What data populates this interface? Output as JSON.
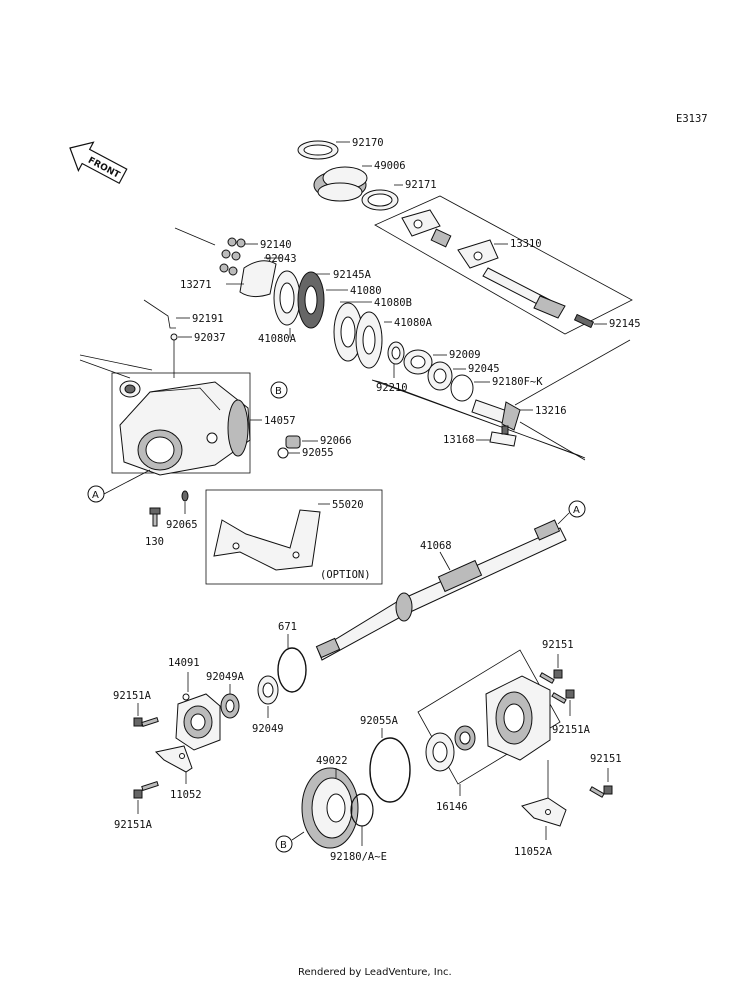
{
  "header": {
    "code": "E3137"
  },
  "front_arrow": {
    "label": "FRONT"
  },
  "callout_letters": {
    "a": "A",
    "b": "B"
  },
  "labels": {
    "p92170": "92170",
    "p49006": "49006",
    "p92171": "92171",
    "p13310": "13310",
    "p92140": "92140",
    "p92043": "92043",
    "p13271": "13271",
    "p92145A": "92145A",
    "p41080": "41080",
    "p41080B": "41080B",
    "p41080A_r": "41080A",
    "p41080A_l": "41080A",
    "p92145": "92145",
    "p92191": "92191",
    "p92037": "92037",
    "p92009": "92009",
    "p92045": "92045",
    "p92180FK": "92180F~K",
    "p92210": "92210",
    "p13216": "13216",
    "p13168": "13168",
    "p14057": "14057",
    "p92066": "92066",
    "p92055": "92055",
    "p55020": "55020",
    "p92065": "92065",
    "p130": "130",
    "option": "(OPTION)",
    "p41068": "41068",
    "p671": "671",
    "p92151_top": "92151",
    "p14091": "14091",
    "p92049A": "92049A",
    "p92151A_l": "92151A",
    "p92049": "92049",
    "p92055A": "92055A",
    "p92151A_r": "92151A",
    "p11052": "11052",
    "p49022": "49022",
    "p92151_r": "92151",
    "p92151A_bl": "92151A",
    "p16146": "16146",
    "p11052A": "11052A",
    "p92180AE": "92180/A~E"
  },
  "footer": {
    "credit": "Rendered by LeadVenture, Inc."
  }
}
